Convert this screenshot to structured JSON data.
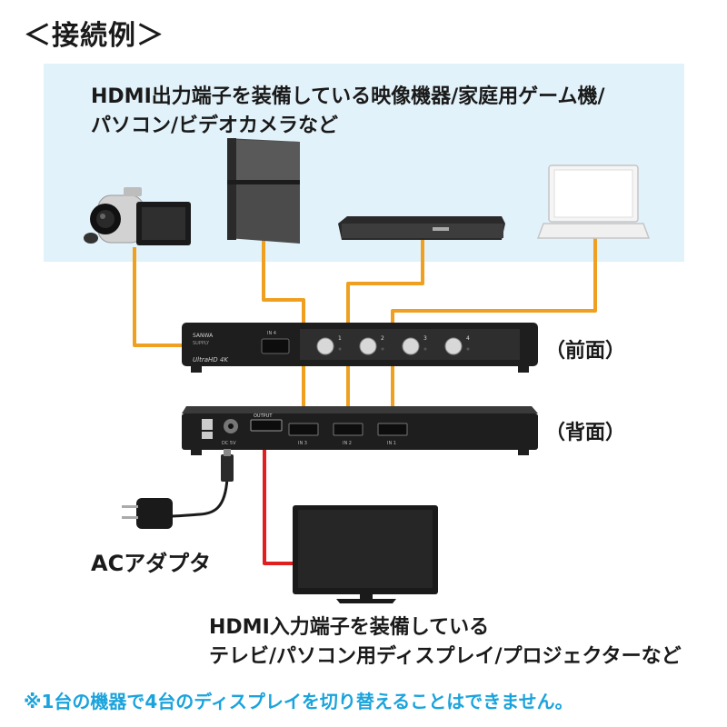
{
  "title": "＜接続例＞",
  "source": {
    "line1": "HDMI出力端子を装備している映像機器/家庭用ゲーム機/",
    "line2": "パソコン/ビデオカメラなど"
  },
  "switch_front": {
    "label": "（前面）",
    "brand": "SANWA",
    "brand_sub": "SUPPLY",
    "model": "UltraHD 4K",
    "port_label": "IN 4",
    "buttons": [
      "1",
      "2",
      "3",
      "4"
    ]
  },
  "switch_rear": {
    "label": "（背面）",
    "output_label": "OUTPUT",
    "dc_label": "DC 5V",
    "inputs": [
      "IN 3",
      "IN 2",
      "IN 1"
    ]
  },
  "ac_adapter": {
    "label": "ACアダプタ"
  },
  "destination": {
    "line1": "HDMI入力端子を装備している",
    "line2": "テレビ/パソコン用ディスプレイ/プロジェクターなど"
  },
  "note": "※1台の機器で4台のディスプレイを切り替えることはできません。",
  "colors": {
    "panel_bg": "#e2f2fa",
    "input_cable": "#f0a020",
    "output_cable": "#e02020",
    "note_text": "#1aa3dc"
  }
}
